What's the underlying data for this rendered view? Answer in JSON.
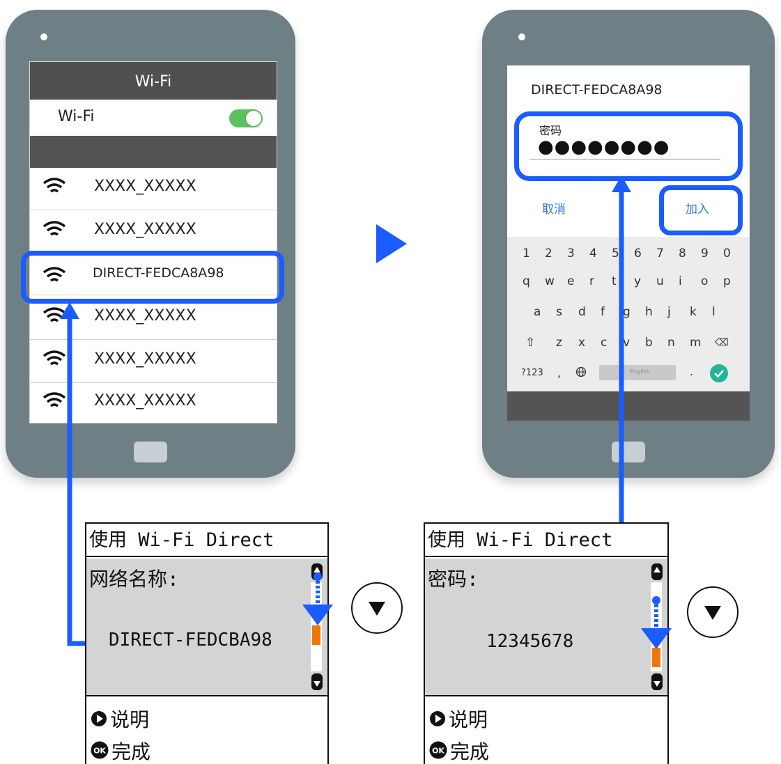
{
  "left_phone": {
    "screen_title": "Wi-Fi",
    "wifi_toggle_label": "Wi-Fi",
    "wifi_toggle_on": true,
    "networks": [
      "XXXX_XXXXX",
      "XXXX_XXXXX",
      "DIRECT-FEDCA8A98",
      "XXXX_XXXXX",
      "XXXX_XXXXX",
      "XXXX_XXXXX"
    ],
    "selected_network": "DIRECT-FEDCA8A98"
  },
  "right_phone": {
    "dialog_title": "DIRECT-FEDCA8A98",
    "password_label": "密码",
    "password_masked": "●●●●●●●●",
    "cancel_label": "取消",
    "join_label": "加入",
    "keyboard_rows": [
      [
        "1",
        "2",
        "3",
        "4",
        "5",
        "6",
        "7",
        "8",
        "9",
        "0"
      ],
      [
        "q",
        "w",
        "e",
        "r",
        "t",
        "y",
        "u",
        "i",
        "o",
        "p"
      ],
      [
        "a",
        "s",
        "d",
        "f",
        "g",
        "h",
        "j",
        "k",
        "l"
      ],
      [
        "⇧",
        "z",
        "x",
        "c",
        "v",
        "b",
        "n",
        "m",
        "⌫"
      ]
    ],
    "keyboard_bottom": {
      "symbols_key": "?123",
      "comma": ",",
      "period": ".",
      "space_label": "English"
    }
  },
  "printer_panel_1": {
    "header": "使用 Wi-Fi Direct",
    "label": "网络名称:",
    "value": "DIRECT-FEDCBA98",
    "help_label": "说明",
    "done_label": "完成",
    "ok_text": "OK"
  },
  "printer_panel_2": {
    "header": "使用 Wi-Fi Direct",
    "label": "密码:",
    "value": "12345678",
    "help_label": "说明",
    "done_label": "完成",
    "ok_text": "OK"
  },
  "colors": {
    "highlight": "#1a5cff",
    "phone_body": "#6f7f86",
    "toggle_on": "#5dc15d",
    "scroll_orange": "#f07800"
  },
  "icons": [
    "wifi-icon",
    "play-arrow-icon",
    "down-arrow-button-icon",
    "ok-button-icon",
    "help-button-icon",
    "scroll-up-icon",
    "scroll-down-icon"
  ]
}
